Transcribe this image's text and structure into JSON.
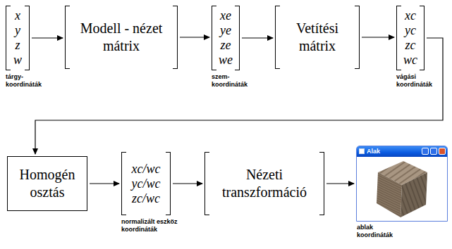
{
  "diagram": {
    "nodes": [
      {
        "text": [
          "x",
          "y",
          "z",
          "w",
          "tárgy- koordináták"
        ]
      },
      {
        "text": [
          "Modell - nézet mátrix"
        ]
      },
      {
        "text": [
          "xe",
          "ye",
          "ze",
          "we",
          "szem- koordináták"
        ]
      },
      {
        "text": [
          "Vetítési mátrix"
        ]
      },
      {
        "text": [
          "xc",
          "yc",
          "zc",
          "wc",
          "vágási koordináták"
        ]
      },
      {
        "text": [
          "Homogén osztás"
        ]
      },
      {
        "text": [
          "xc/wc",
          "yc/wc",
          "zc/wc",
          "normalizált eszköz koordináták"
        ]
      },
      {
        "text": [
          "Nézeti transzformáció"
        ]
      },
      {
        "text": [
          "Alak",
          "ablak koordináták"
        ]
      }
    ],
    "edges": [
      {
        "from": 0,
        "to": 1,
        "arrow": "to"
      },
      {
        "from": 1,
        "to": 2,
        "arrow": "to"
      },
      {
        "from": 2,
        "to": 3,
        "arrow": "to"
      },
      {
        "from": 3,
        "to": 4,
        "arrow": "to"
      },
      {
        "from": 4,
        "to": 5,
        "arrow": "to"
      },
      {
        "from": 5,
        "to": 6,
        "arrow": "to"
      },
      {
        "from": 6,
        "to": 7,
        "arrow": "to"
      },
      {
        "from": 7,
        "to": 8,
        "arrow": "to"
      }
    ]
  }
}
